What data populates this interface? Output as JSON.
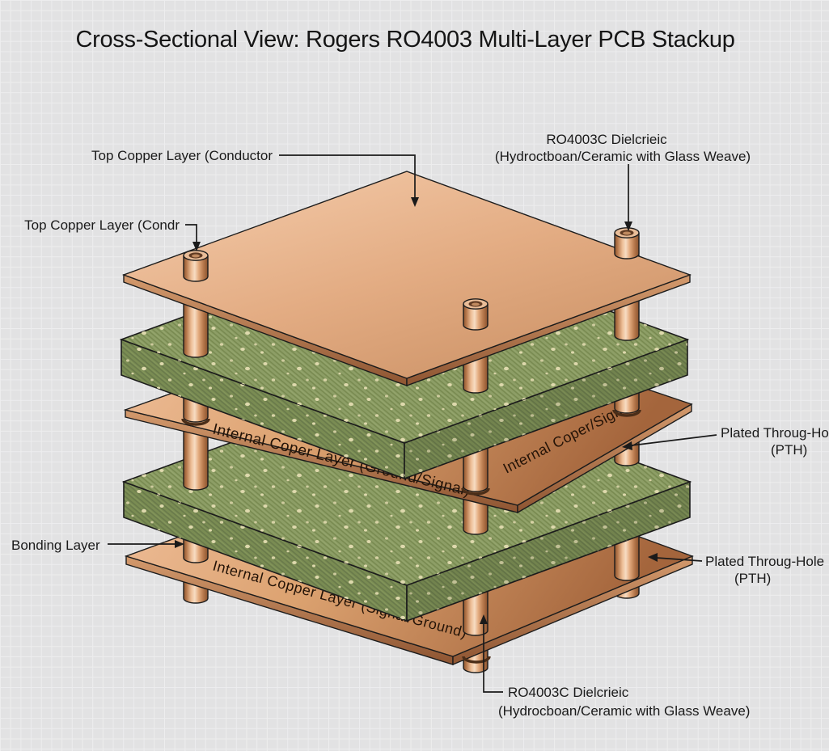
{
  "title": "Cross-Sectional View: Rogers RO4003 Multi-Layer PCB Stackup",
  "labels": {
    "top_copper_conductor": "Top Copper Layer (Conductor",
    "top_copper_condr": "Top Copper Layer (Condr",
    "dielectric_top_l1": "RO4003C Dielcrieic",
    "dielectric_top_l2": "(Hydroctboan/Ceramic with Glass Weave)",
    "pth_right_l1": "Plated Throug-Ho",
    "pth_right_l2": "(PTH)",
    "bonding_layer": "Bonding Layer",
    "pth_bottom_l1": "Plated Throug-Hole",
    "pth_bottom_l2": "(PTH)",
    "dielectric_bottom_l1": "RO4003C Dielcrieic",
    "dielectric_bottom_l2": "(Hydrocboan/Ceramic with Glass Weave)"
  },
  "layer_texts": {
    "internal_mid": "Internal Coper Layer (Ground/Signal)",
    "internal_mid_right": "Internal Coper/Signal)",
    "internal_bottom": "Internal Copper Layer (Signal/Ground)"
  },
  "colors": {
    "background": "#e2e2e3",
    "grid_line": "#ededee",
    "copper_light": "#f4cbaa",
    "copper_mid": "#d59a6f",
    "copper_dark": "#9c5f3a",
    "dielectric_green_top": "#8d9e66",
    "dielectric_green_face": "#7a8c53",
    "speckle": "#ded9ad",
    "outline": "#1c1c1c",
    "label_text": "#1a1a1a"
  }
}
